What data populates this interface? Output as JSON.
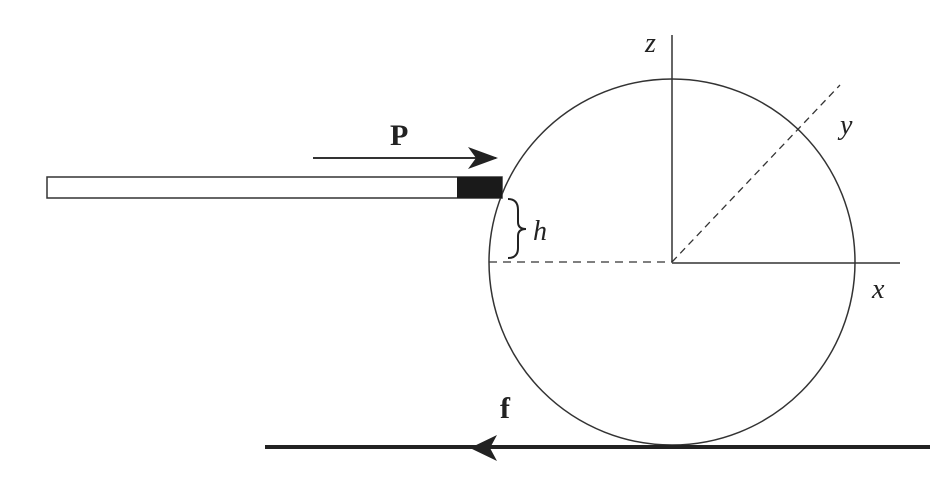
{
  "labels": {
    "force_p": "P",
    "friction_f": "f",
    "height_h": "h",
    "axis_x": "x",
    "axis_y": "y",
    "axis_z": "z"
  },
  "colors": {
    "ink": "#222222",
    "cue_tip": "#1a1a1a",
    "background": "#ffffff"
  }
}
